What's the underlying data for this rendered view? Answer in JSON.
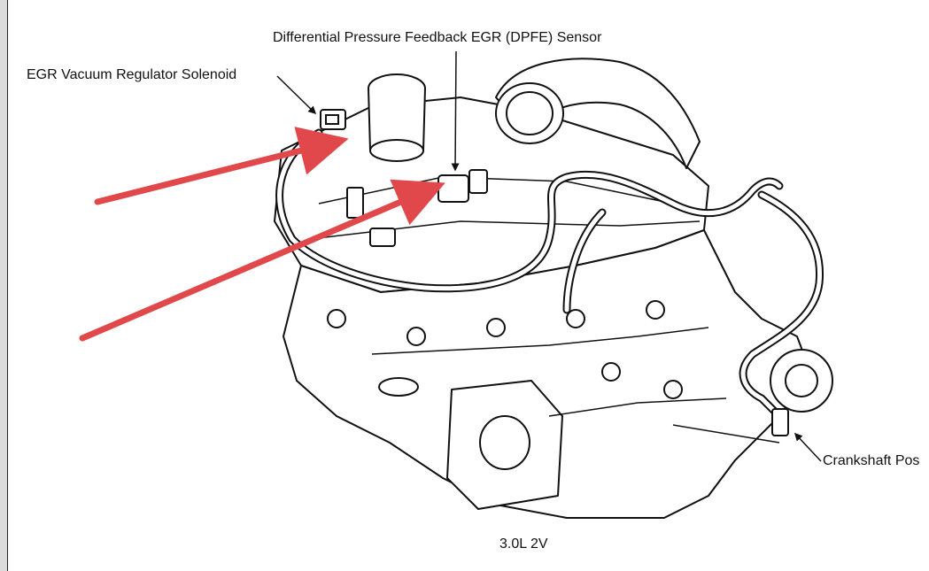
{
  "labels": {
    "dpfe_sensor": "Differential Pressure Feedback EGR (DPFE) Sensor",
    "egr_solenoid": "EGR Vacuum Regulator Solenoid",
    "crankshaft": "Crankshaft Pos",
    "engine": "3.0L 2V"
  },
  "colors": {
    "arrow": "#e0484b",
    "line_art": "#111111",
    "background": "#ffffff"
  },
  "icons": {
    "annotation_arrow": "arrow-icon"
  }
}
